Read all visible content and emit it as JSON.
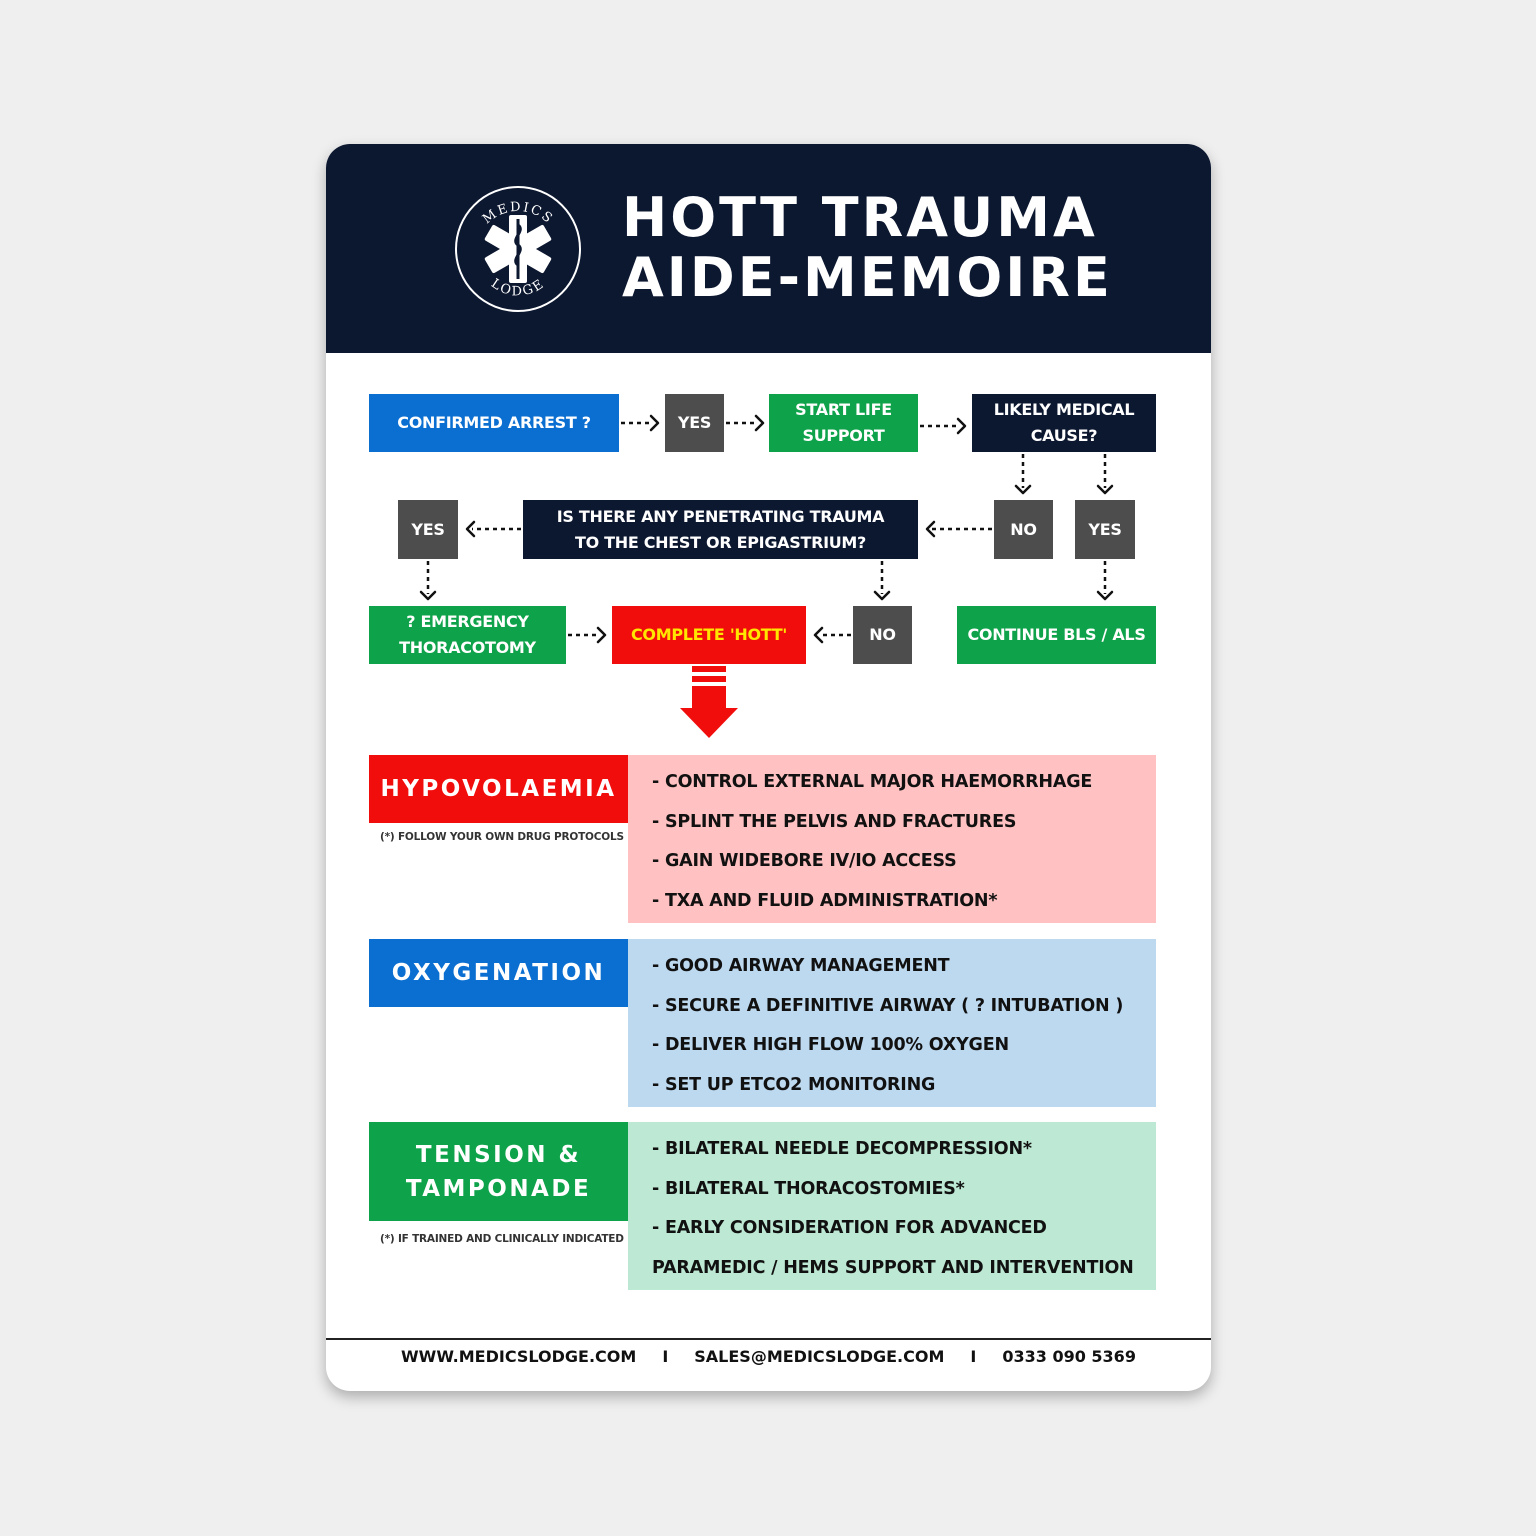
{
  "header": {
    "title_line1": "HOTT TRAUMA",
    "title_line2": "AIDE-MEMOIRE",
    "logo_text_top": "MEDICS",
    "logo_text_bottom": "LODGE",
    "logo_icon": "star-of-life-icon"
  },
  "flow": {
    "confirmed_arrest": "CONFIRMED ARREST ?",
    "yes1": "YES",
    "start_life_support": [
      "START LIFE",
      "SUPPORT"
    ],
    "likely_medical_cause": [
      "LIKELY MEDICAL",
      "CAUSE?"
    ],
    "penetrating_trauma": [
      "IS THERE ANY PENETRATING TRAUMA",
      "TO THE CHEST OR EPIGASTRIUM?"
    ],
    "yes2": "YES",
    "no1": "NO",
    "yes3": "YES",
    "emergency_thoracotomy": [
      "? EMERGENCY",
      "THORACOTOMY"
    ],
    "complete_hott": "COMPLETE 'HOTT'",
    "no2": "NO",
    "continue_bls": "CONTINUE BLS / ALS"
  },
  "sections": [
    {
      "title": "HYPOVOLAEMIA",
      "note": "(*) FOLLOW YOUR OWN DRUG PROTOCOLS",
      "items": [
        "- CONTROL EXTERNAL MAJOR HAEMORRHAGE",
        "- SPLINT THE PELVIS AND FRACTURES",
        "- GAIN WIDEBORE IV/IO ACCESS",
        "- TXA AND FLUID ADMINISTRATION*"
      ]
    },
    {
      "title": "OXYGENATION",
      "note": "",
      "items": [
        "- GOOD AIRWAY MANAGEMENT",
        "- SECURE A DEFINITIVE AIRWAY ( ? INTUBATION )",
        "- DELIVER HIGH FLOW 100% OXYGEN",
        "- SET UP ETCO2 MONITORING"
      ]
    },
    {
      "title_line1": "TENSION &",
      "title_line2": "TAMPONADE",
      "note": "(*) IF TRAINED AND CLINICALLY INDICATED",
      "items": [
        "- BILATERAL NEEDLE DECOMPRESSION*",
        "- BILATERAL THORACOSTOMIES*",
        "- EARLY CONSIDERATION FOR ADVANCED",
        "PARAMEDIC /  HEMS SUPPORT AND INTERVENTION"
      ]
    }
  ],
  "footer": {
    "website": "WWW.MEDICSLODGE.COM",
    "separator": "I",
    "email": "SALES@MEDICSLODGE.COM",
    "phone": "0333 090 5369"
  },
  "colors": {
    "navy": "#0c1730",
    "blue": "#0b6fd2",
    "green": "#0ea24a",
    "red": "#f20d0d",
    "grey": "#4d4d4d",
    "pink_panel": "#ffc1c1",
    "blue_panel": "#bdd9f0",
    "green_panel": "#bde8d3",
    "highlight_yellow": "#ffe600"
  }
}
